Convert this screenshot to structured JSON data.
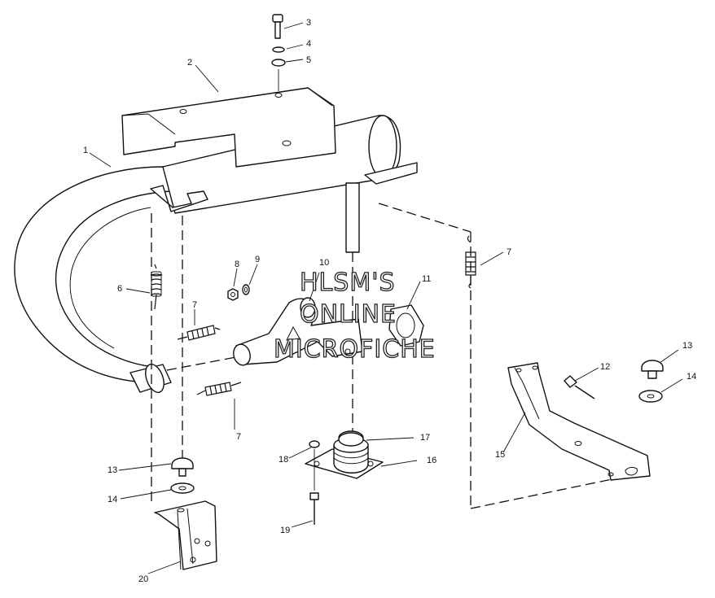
{
  "callouts": {
    "c1": "1",
    "c2": "2",
    "c3": "3",
    "c4": "4",
    "c5": "5",
    "c6": "6",
    "c7a": "7",
    "c7b": "7",
    "c7c": "7",
    "c8": "8",
    "c9": "9",
    "c10": "10",
    "c11": "11",
    "c12": "12",
    "c13a": "13",
    "c13b": "13",
    "c14a": "14",
    "c14b": "14",
    "c15": "15",
    "c16": "16",
    "c17": "17",
    "c18": "18",
    "c19": "19",
    "c20": "20"
  },
  "watermark": {
    "line1": "HLSM'S",
    "line2": "ONLINE",
    "line3": "MICROFICHE"
  }
}
